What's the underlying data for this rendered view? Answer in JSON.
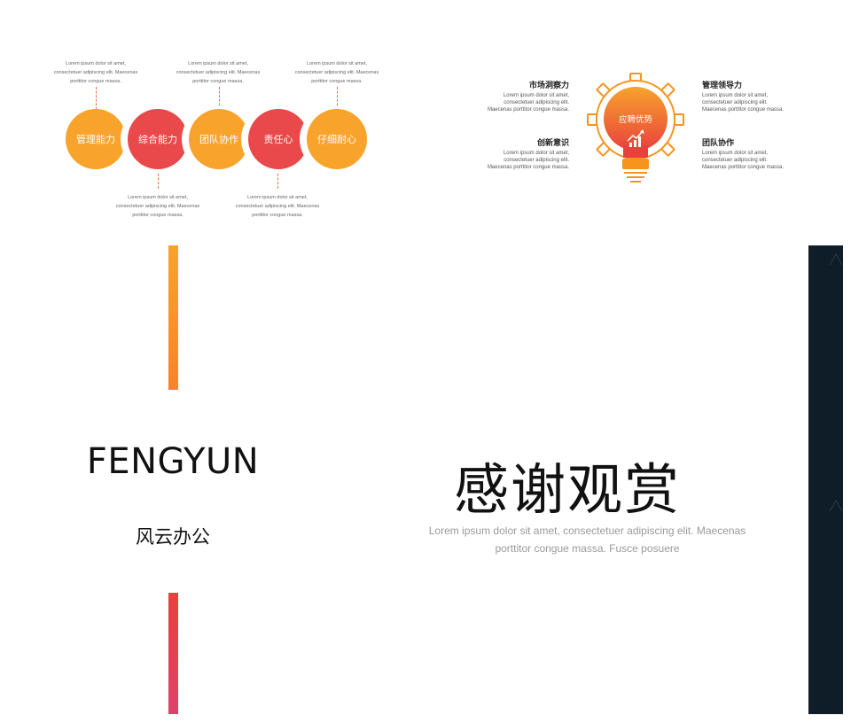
{
  "slide1": {
    "circles": [
      {
        "label": "管理能力",
        "color": "orange"
      },
      {
        "label": "综合能力",
        "color": "red"
      },
      {
        "label": "团队协作",
        "color": "orange"
      },
      {
        "label": "责任心",
        "color": "red"
      },
      {
        "label": "仔细耐心",
        "color": "orange"
      }
    ],
    "top_captions": [
      "Lorem ipsum dolor sit amet,\nconsectetuer adipiscing elit. Maecenas\nporttitor congue massa.",
      "Lorem ipsum dolor sit amet,\nconsectetuer adipiscing elit. Maecenas\nporttitor congue massa.",
      "Lorem ipsum dolor sit amet,\nconsectetuer adipiscing elit. Maecenas\nporttitor congue massa."
    ],
    "bottom_captions": [
      "Lorem ipsum dolor sit amet,\nconsectetuer adipiscing elit. Maecenas\nporttitor congue massa.",
      "Lorem ipsum dolor sit amet,\nconsectetuer adipiscing elit. Maecenas\nporttitor congue massa."
    ]
  },
  "slide2": {
    "center_label": "应聘优势",
    "items": [
      {
        "title": "市场洞察力",
        "text": "Lorem ipsum dolor sit amet,\nconsectetuer adipiscing elit.\nMaecenas porttitor congue massa."
      },
      {
        "title": "创新意识",
        "text": "Lorem ipsum dolor sit amet,\nconsectetuer adipiscing elit.\nMaecenas porttitor congue massa."
      },
      {
        "title": "管理领导力",
        "text": "Lorem ipsum dolor sit amet,\nconsectetuer adipiscing elit.\nMaecenas porttitor congue massa."
      },
      {
        "title": "团队协作",
        "text": "Lorem ipsum dolor sit amet,\nconsectetuer adipiscing elit.\nMaecenas porttitor congue massa."
      }
    ],
    "colors": {
      "orange": "#f7941d",
      "red": "#e8413d"
    }
  },
  "slide3": {
    "brand_en": "FENGYUN",
    "brand_cn": "风云办公",
    "bar_colors": {
      "top": "#f8a32c",
      "bottom": "#e4405a"
    }
  },
  "slide4": {
    "title": "感谢观赏",
    "subtitle_line1": "Lorem ipsum dolor sit amet, consectetuer adipiscing elit. Maecenas",
    "subtitle_line2": "porttitor congue massa. Fusce posuere"
  },
  "slide5": {
    "panel_color": "#0e1d27"
  }
}
